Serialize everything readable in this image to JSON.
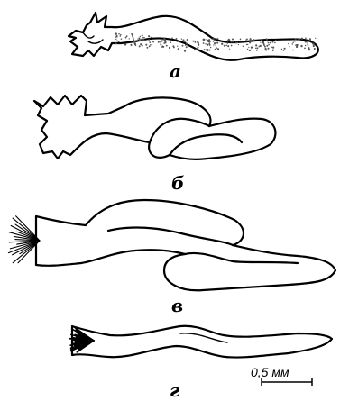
{
  "figure": {
    "labels": {
      "a": "а",
      "b": "б",
      "v": "в",
      "g": "г"
    },
    "scale_bar": {
      "text": "0,5 мм"
    }
  }
}
